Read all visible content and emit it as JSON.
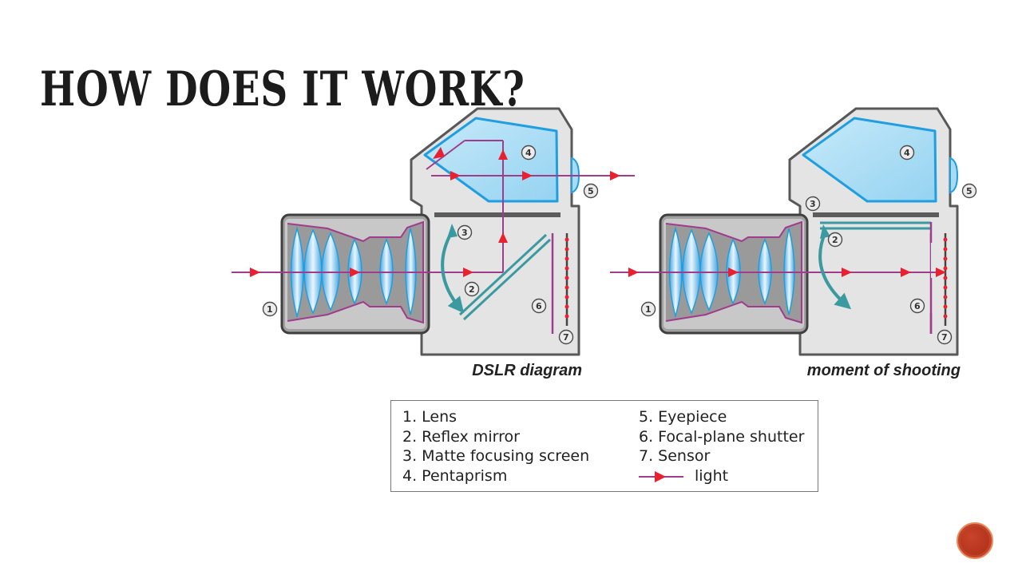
{
  "slide": {
    "title": "HOW DOES IT WORK?"
  },
  "diagram": {
    "left_caption": "DSLR diagram",
    "right_caption": "moment of shooting",
    "markers": [
      "1",
      "2",
      "3",
      "4",
      "5",
      "6",
      "7"
    ]
  },
  "legend": {
    "left_items": [
      "1. Lens",
      "2. Reflex mirror",
      "3. Matte focusing screen",
      "4. Pentaprism"
    ],
    "right_items": [
      "5. Eyepiece",
      "6. Focal-plane shutter",
      "7. Sensor"
    ],
    "light_label": "light"
  },
  "colors": {
    "light_ray": "#e8202f",
    "mirror_arrow": "#3a9aa0",
    "prism_fill": "#a9dcf4",
    "body_fill": "#e4e4e4",
    "lens_barrel": "#a0a0a0",
    "shutter": "#a03c8c",
    "nav_button": "#b8331b"
  },
  "icons": {
    "nav_button": "circle-next-icon"
  }
}
